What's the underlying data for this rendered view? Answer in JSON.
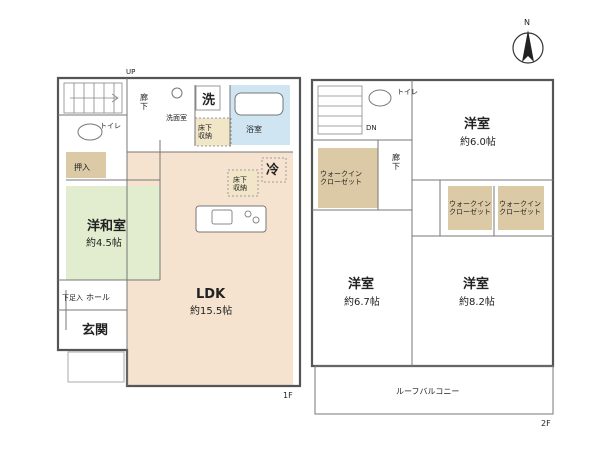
{
  "compass": {
    "north_label": "N"
  },
  "floor1": {
    "floor_label": "1F",
    "up_label": "UP",
    "rooms": {
      "corridor": "廊\n下",
      "wash": "洗",
      "washroom": "洗面室",
      "underfloor_storage_1": "床下\n収納",
      "bath": "浴室",
      "toilet": "トイレ",
      "oshiire": "押入",
      "fridge": "冷",
      "underfloor_storage_2": "床下\n収納",
      "youwashitsu": {
        "name": "洋和室",
        "area": "約4.5帖"
      },
      "hall": "ホール",
      "shoes": "下足入",
      "genkan": "玄関",
      "ldk": {
        "name": "LDK",
        "area": "約15.5帖"
      }
    }
  },
  "floor2": {
    "floor_label": "2F",
    "dn_label": "DN",
    "rooms": {
      "toilet": "トイレ",
      "corridor": "廊\n下",
      "walkin_1": "ウォークイン\nクローゼット",
      "walkin_2": "ウォークイン\nクローゼット",
      "walkin_3": "ウォークイン\nクローゼット",
      "room_ne": {
        "name": "洋室",
        "area": "約6.0帖"
      },
      "room_sw": {
        "name": "洋室",
        "area": "約6.7帖"
      },
      "room_se": {
        "name": "洋室",
        "area": "約8.2帖"
      },
      "balcony": "ルーフバルコニー"
    }
  },
  "colors": {
    "ldk_floor": "#f6e3cf",
    "tatami": "#e2edcf",
    "closet": "#dcc9a6",
    "bath": "#cfe5f1",
    "storage": "#f2e6c9",
    "wall": "#555555"
  }
}
